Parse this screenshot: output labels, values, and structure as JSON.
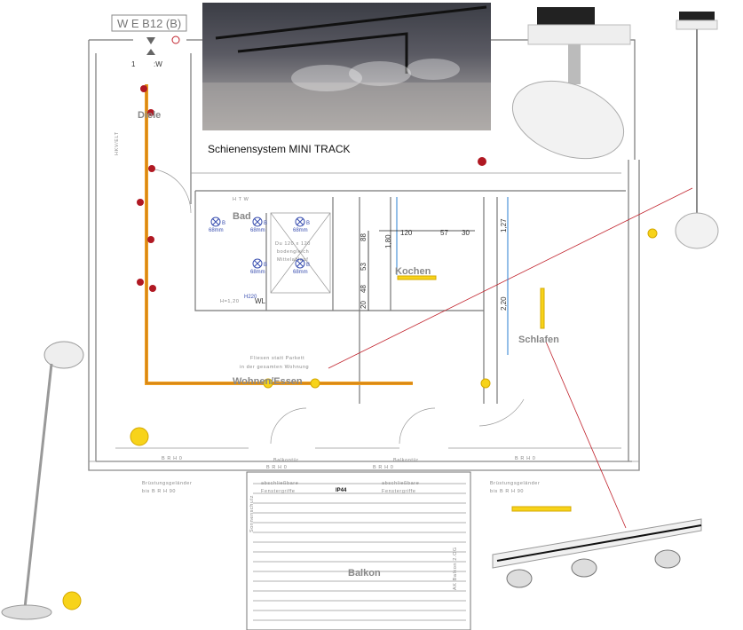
{
  "header": {
    "unit_label": "W E B12 (B)",
    "entrance_labels": [
      "1",
      ":W"
    ]
  },
  "photo_caption": "Schienensystem MINI TRACK",
  "rooms": {
    "diele": "Diele",
    "bad": "Bad",
    "kochen": "Kochen",
    "schlafen": "Schlafen",
    "wohnen": "Wohnen/Essen",
    "balkon": "Balkon"
  },
  "notes": {
    "fliesen1": "Fliesen statt Parkett",
    "fliesen2": "in der gesamten Wohnung",
    "dusche1": "Du 120 x 120",
    "dusche2": "bodengleich",
    "dusche3": "Mittelablauf",
    "hkv": "HKV/ELT",
    "h120": "H=1,20",
    "wl": "WL",
    "h220": "H220",
    "htw": "H T W",
    "ip44": "IP44",
    "sonnenschutz": "Sonnenschutz",
    "ak": "AK Balkon 2.OG"
  },
  "spot_label": "B",
  "spot_size": "68mm",
  "dimensions": {
    "d120": "120",
    "d57": "57",
    "d30": "30",
    "d180": "1,80",
    "d88": "88",
    "d53": "53",
    "d48": "48",
    "d20": "20",
    "d127": "1,27",
    "d220": "2,20"
  },
  "facade": {
    "brh0": "B R H 0",
    "balkontuer": "Balkontür",
    "gelaender1": "Brüstungsgeländer",
    "gelaender2": "bis B R H 90",
    "fenster1": "abschließbare",
    "fenster2": "Fenstergriffe"
  },
  "colors": {
    "track": "#f0a020",
    "lamp": "#f7d31a",
    "outlet": "#c0202a",
    "green": "#3bb54a",
    "dimline": "#2a7fd0"
  }
}
